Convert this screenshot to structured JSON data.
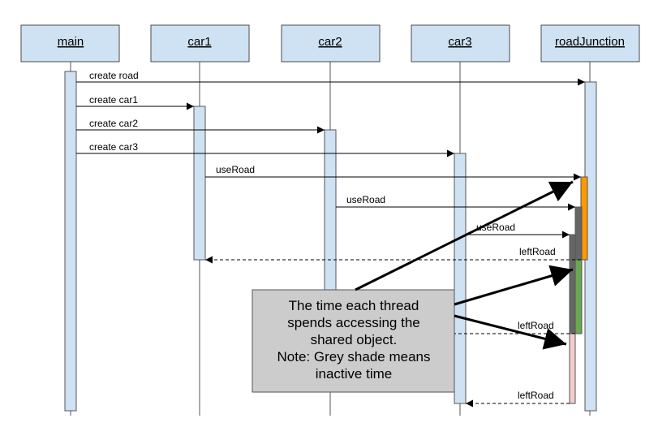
{
  "lifelines": [
    {
      "id": "main",
      "label": "main"
    },
    {
      "id": "car1",
      "label": "car1"
    },
    {
      "id": "car2",
      "label": "car2"
    },
    {
      "id": "car3",
      "label": "car3"
    },
    {
      "id": "roadJunction",
      "label": "roadJunction"
    }
  ],
  "messages": [
    {
      "label": "create road"
    },
    {
      "label": "create car1"
    },
    {
      "label": "create car2"
    },
    {
      "label": "create car3"
    },
    {
      "label": "useRoad"
    },
    {
      "label": "useRoad"
    },
    {
      "label": "useRoad"
    },
    {
      "label": "leftRoad"
    },
    {
      "label": "leftRoad"
    },
    {
      "label": "leftRoad"
    }
  ],
  "note": {
    "lines": [
      "The time each thread",
      "spends accessing the",
      "shared object.",
      "Note: Grey shade means",
      "inactive time"
    ]
  },
  "colors": {
    "lifeline_fill": "#cfe2f3",
    "car1_access": "#ff9900",
    "car2_access": "#6aa84f",
    "car3_access": "#f4cccc",
    "inactive": "#666666",
    "note_fill": "#cccccc"
  }
}
